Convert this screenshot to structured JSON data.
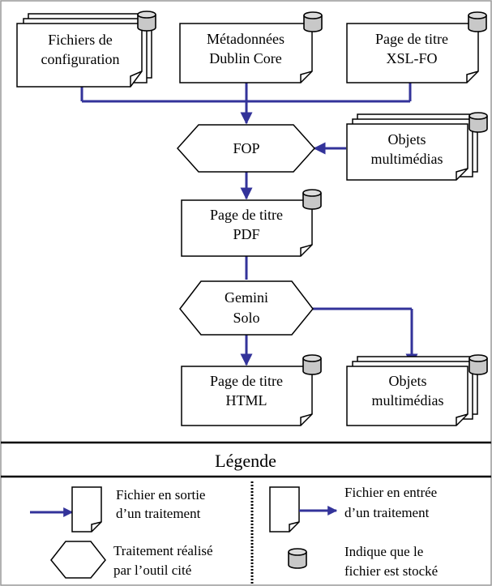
{
  "diagram": {
    "nodes": {
      "config_files": {
        "line1": "Fichiers de",
        "line2": "configuration"
      },
      "dublin_core": {
        "line1": "Métadonnées",
        "line2": "Dublin Core"
      },
      "xslfo_title": {
        "line1": "Page de titre",
        "line2": "XSL-FO"
      },
      "fop": {
        "line1": "FOP"
      },
      "multimedia_in": {
        "line1": "Objets",
        "line2": "multimédias"
      },
      "pdf_title": {
        "line1": "Page de titre",
        "line2": "PDF"
      },
      "gemini": {
        "line1": "Gemini",
        "line2": "Solo"
      },
      "html_title": {
        "line1": "Page de titre",
        "line2": "HTML"
      },
      "multimedia_out": {
        "line1": "Objets",
        "line2": "multimédias"
      }
    }
  },
  "legend": {
    "title": "Légende",
    "items": {
      "output_file": {
        "line1": "Fichier en sortie",
        "line2": "d’un traitement"
      },
      "input_file": {
        "line1": "Fichier en entrée",
        "line2": "d’un traitement"
      },
      "process": {
        "line1": "Traitement réalisé",
        "line2": "par l’outil cité"
      },
      "stored": {
        "line1": "Indique que le",
        "line2": "fichier est stocké"
      }
    }
  },
  "colors": {
    "arrow": "#33339a",
    "cylinder": "#c8c8c8",
    "stroke": "#000000",
    "frame": "#999999"
  }
}
